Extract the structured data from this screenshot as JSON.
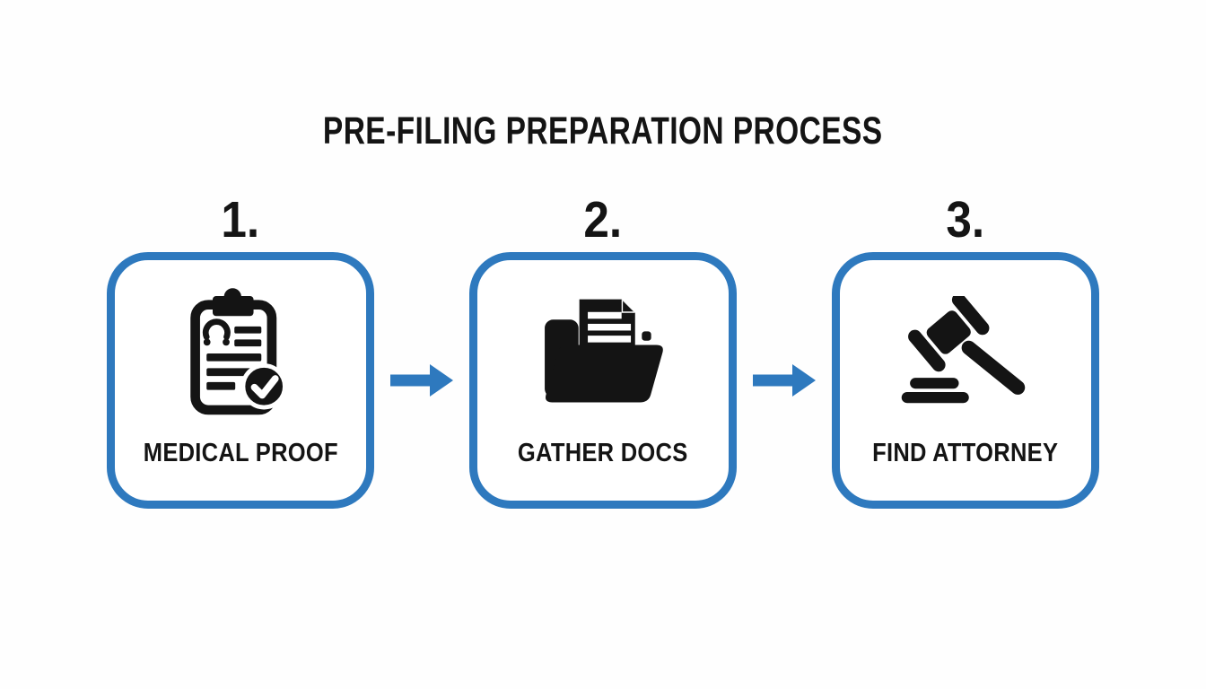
{
  "title": "PRE-FILING PREPARATION PROCESS",
  "colors": {
    "accent_blue": "#2E79BE",
    "icon_black": "#141414",
    "background": "#FEFEFE"
  },
  "steps": [
    {
      "number": "1.",
      "label": "MEDICAL PROOF",
      "icon": "medical-clipboard-check-icon"
    },
    {
      "number": "2.",
      "label": "GATHER DOCS",
      "icon": "folder-documents-icon"
    },
    {
      "number": "3.",
      "label": "FIND ATTORNEY",
      "icon": "gavel-icon"
    }
  ],
  "connectors": [
    {
      "icon": "arrow-right-icon"
    },
    {
      "icon": "arrow-right-icon"
    }
  ]
}
